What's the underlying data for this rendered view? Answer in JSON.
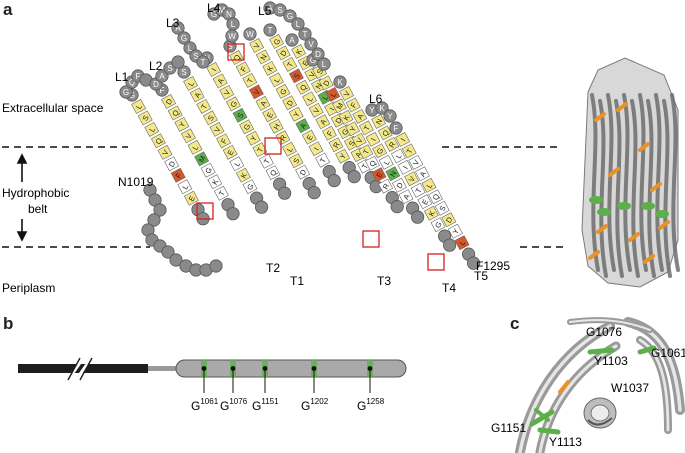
{
  "panels": {
    "a": "a",
    "b": "b",
    "c": "c"
  },
  "regions": {
    "extracellular": "Extracellular space",
    "belt_1": "Hydrophobic",
    "belt_2": "belt",
    "periplasm": "Periplasm"
  },
  "loops": [
    "L1",
    "L2",
    "L3",
    "L4",
    "L5",
    "L6"
  ],
  "turns": [
    "T1",
    "T2",
    "T3",
    "T4",
    "T5"
  ],
  "termini": {
    "n": "N1019",
    "c": "F1295"
  },
  "strands": [
    {
      "top": "G",
      "seq": "LSLQVDFLE",
      "hl": {
        "1": "y",
        "6": "r",
        "8": "y"
      }
    },
    {
      "top": "F",
      "seq": "DQYVLMGKT",
      "hl": {
        "0": "y",
        "2": "y",
        "5": "g"
      }
    },
    {
      "top": "S",
      "seq": "LATSVFELKG",
      "hl": {
        "2": "y",
        "6": "y",
        "8": "y"
      }
    },
    {
      "top": "N",
      "seq": "IAVGSGYTTQ",
      "hl": {
        "1": "y",
        "4": "g",
        "7": "y"
      }
    },
    {
      "top": "S",
      "seq": "QFTVAEHRLSD",
      "hl": {
        "3": "r",
        "5": "y",
        "9": "y"
      }
    },
    {
      "top": "W",
      "seq": "VNKLGDYAEIT",
      "hl": {
        "2": "y",
        "4": "y",
        "7": "g"
      }
    },
    {
      "top": "T",
      "seq": "GDTSQLVAFRY",
      "hl": {
        "0": "y",
        "3": "r",
        "6": "y",
        "10": "y"
      }
    },
    {
      "top": "A",
      "seq": "KEVNLIDGSAT",
      "hl": {
        "1": "y",
        "4": "g",
        "8": "y"
      }
    },
    {
      "top": "G",
      "seq": "SDLMKYVTQER",
      "hl": {
        "2": "r",
        "5": "y",
        "9": "r"
      }
    },
    {
      "top": "K",
      "seq": "VFATIGLNDA",
      "hl": {
        "0": "y",
        "4": "y",
        "7": "g"
      }
    },
    {
      "top": "Y",
      "seq": "NQRLIVTEKG",
      "hl": {
        "2": "y",
        "5": "y",
        "8": "y"
      }
    },
    {
      "top": "F",
      "seq": "ITVALQSDYL",
      "hl": {
        "1": "y",
        "4": "y",
        "7": "y",
        "9": "r"
      }
    }
  ],
  "loop_residues": {
    "L1": "GQF",
    "L2": "DAS",
    "L3": "AGLST",
    "L4": "GMNLW",
    "L5": "ASGLTVDL",
    "L6": "KY"
  },
  "panel_b": {
    "labels": [
      {
        "name": "G",
        "sup": "1061"
      },
      {
        "name": "G",
        "sup": "1076"
      },
      {
        "name": "G",
        "sup": "1151"
      },
      {
        "name": "G",
        "sup": "1202"
      },
      {
        "name": "G",
        "sup": "1258"
      }
    ]
  },
  "panel_c": {
    "labels": [
      "G1076",
      "G1061",
      "Y1103",
      "W1037",
      "G1151",
      "Y1113"
    ]
  },
  "colors": {
    "residue_gray": "#8a8a8a",
    "strand_fill": "#f4e98a",
    "green": "#5bb04a",
    "red_orange": "#d8562a",
    "box_red": "#d42020",
    "barrel_gray": "#9a9a9a",
    "orange_sidechain": "#e8932a"
  }
}
